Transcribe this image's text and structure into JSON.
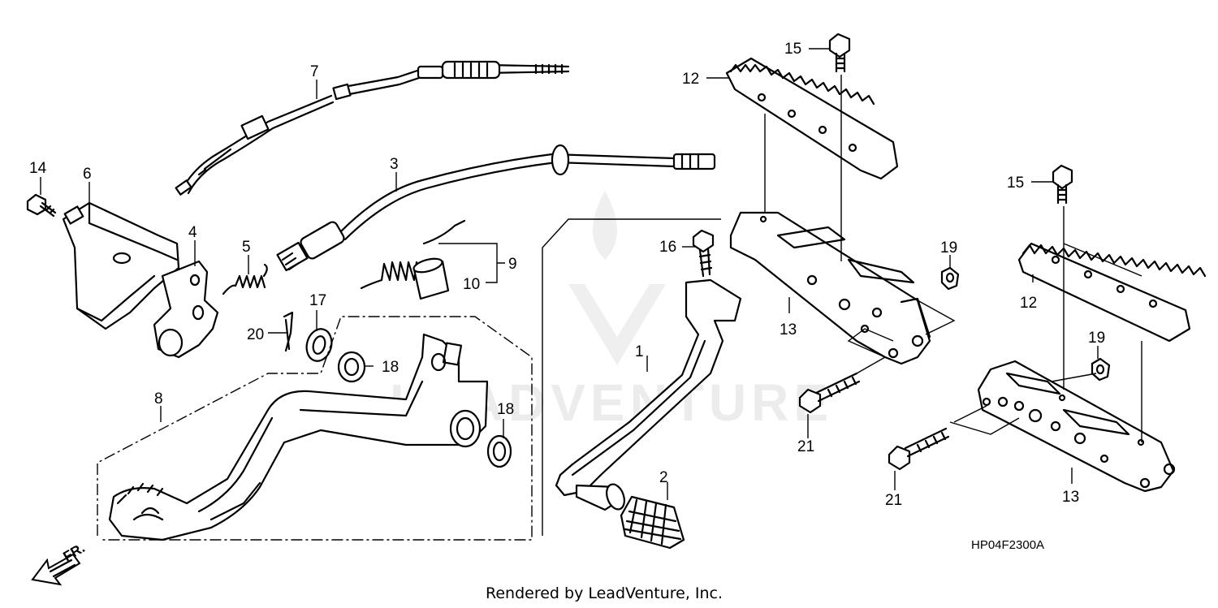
{
  "callouts": {
    "c1": "1",
    "c2": "2",
    "c3": "3",
    "c4": "4",
    "c5": "5",
    "c6": "6",
    "c7": "7",
    "c8": "8",
    "c9": "9",
    "c10": "10",
    "c12a": "12",
    "c12b": "12",
    "c13a": "13",
    "c13b": "13",
    "c14": "14",
    "c15a": "15",
    "c15b": "15",
    "c16": "16",
    "c17": "17",
    "c18a": "18",
    "c18b": "18",
    "c19a": "19",
    "c19b": "19",
    "c20": "20",
    "c21a": "21",
    "c21b": "21"
  },
  "diagram_code": "HP04F2300A",
  "direction_label": "FR.",
  "watermark": "LEADVENTURE",
  "footer": "Rendered by LeadVenture, Inc."
}
